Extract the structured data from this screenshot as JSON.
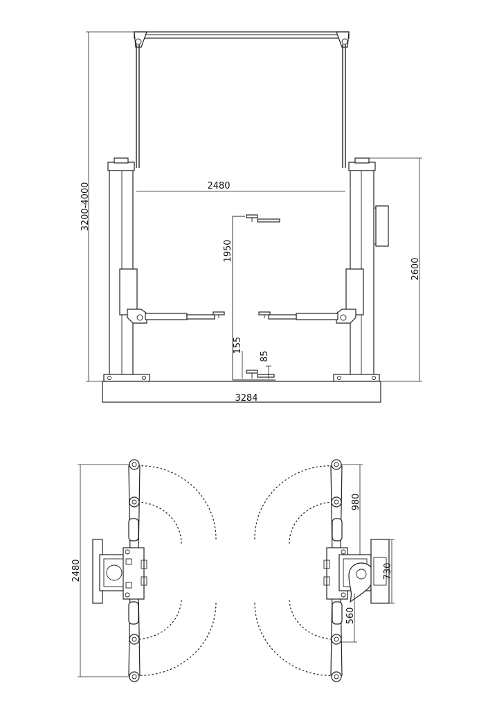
{
  "front_view": {
    "dimensions": {
      "total_height": "3200-4000",
      "column_distance": "2480",
      "lift_height": "1950",
      "min_pad_height": "155",
      "low_arm_height": "85",
      "column_height": "2600",
      "base_width": "3284"
    }
  },
  "top_view": {
    "dimensions": {
      "arm_span": "2480",
      "arm_offset": "980",
      "motor_width": "730",
      "motor_offset": "560"
    }
  }
}
